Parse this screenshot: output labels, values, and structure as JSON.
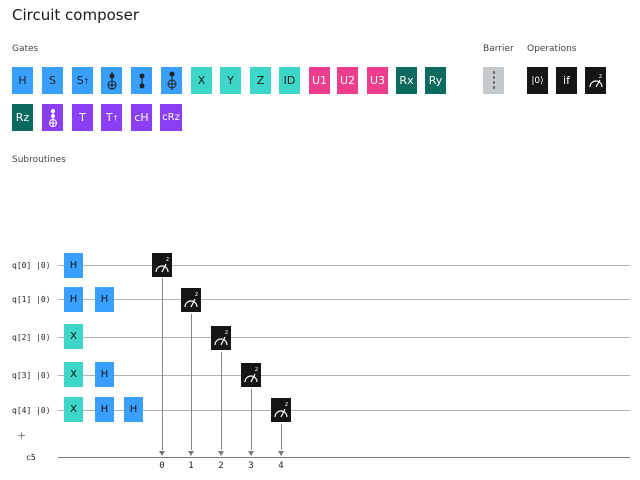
{
  "title": "Circuit composer",
  "sections": {
    "gates": "Gates",
    "barrier": "Barrier",
    "operations": "Operations",
    "subroutines": "Subroutines"
  },
  "gates_row1": [
    {
      "label": "H",
      "sup": ""
    },
    {
      "label": "S",
      "sup": ""
    },
    {
      "label": "S",
      "sup": "†"
    },
    {
      "label": "",
      "sup": ""
    },
    {
      "label": "",
      "sup": ""
    },
    {
      "label": "",
      "sup": ""
    },
    {
      "label": "X",
      "sup": ""
    },
    {
      "label": "Y",
      "sup": ""
    },
    {
      "label": "Z",
      "sup": ""
    },
    {
      "label": "ID",
      "sup": ""
    },
    {
      "label": "U1",
      "sup": ""
    },
    {
      "label": "U2",
      "sup": ""
    },
    {
      "label": "U3",
      "sup": ""
    },
    {
      "label": "Rx",
      "sup": ""
    },
    {
      "label": "Ry",
      "sup": ""
    }
  ],
  "gates_row2": [
    {
      "label": "Rz",
      "sup": ""
    },
    {
      "label": "",
      "sup": ""
    },
    {
      "label": "T",
      "sup": ""
    },
    {
      "label": "T",
      "sup": "†"
    },
    {
      "label": "cH",
      "sup": ""
    },
    {
      "label": "cRz",
      "sup": ""
    }
  ],
  "operations": [
    {
      "label": "|0⟩"
    },
    {
      "label": "if"
    },
    {
      "label": ""
    }
  ],
  "qubits": [
    "q[0]  |0⟩",
    "q[1]  |0⟩",
    "q[2]  |0⟩",
    "q[3]  |0⟩",
    "q[4]  |0⟩"
  ],
  "add_qubit": "+",
  "classical_register": "c5",
  "classical_indices": [
    "0",
    "1",
    "2",
    "3",
    "4"
  ],
  "circuit_gates": [
    {
      "label": "H"
    },
    {
      "label": "H"
    },
    {
      "label": "H"
    },
    {
      "label": "X"
    },
    {
      "label": "X"
    },
    {
      "label": "H"
    },
    {
      "label": "X"
    },
    {
      "label": "H"
    },
    {
      "label": "H"
    }
  ],
  "colors": {
    "blue": "#3aa0ff",
    "teal": "#3ed6c8",
    "pink": "#ee3d8c",
    "green": "#0b6b5f",
    "purple": "#8a3ff5",
    "black": "#151515",
    "gray": "#c5c9cc"
  }
}
